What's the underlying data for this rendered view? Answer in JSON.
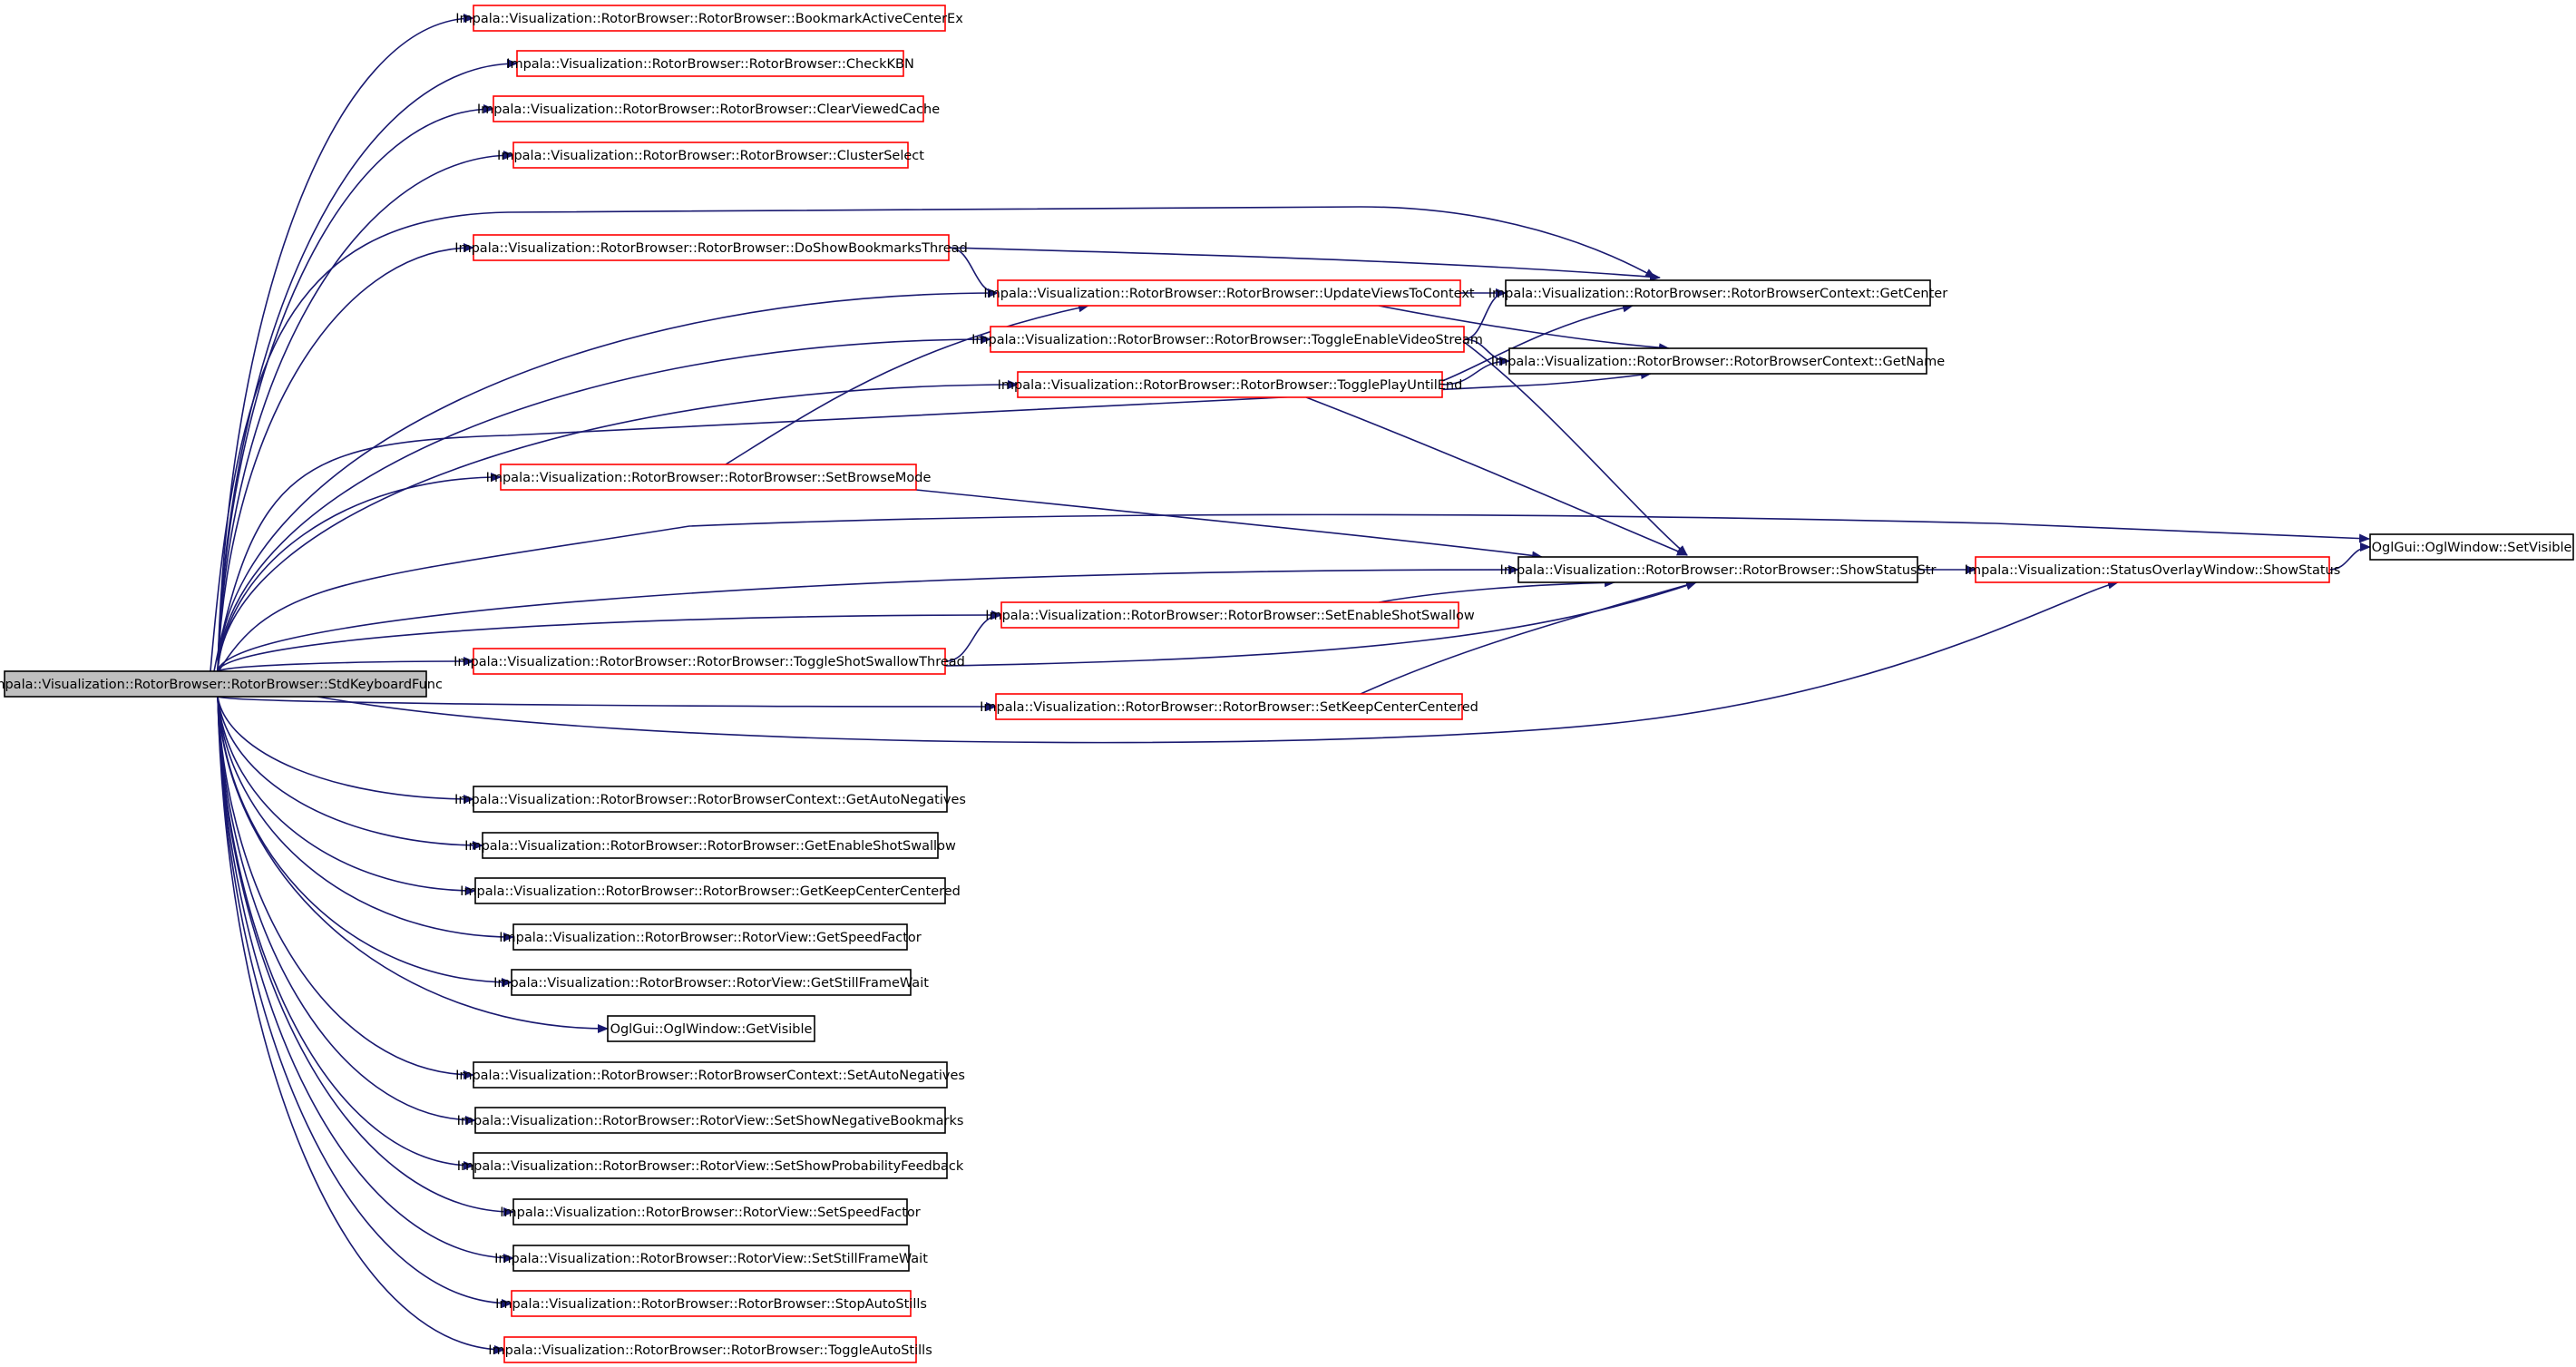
{
  "colors": {
    "edge": "#191970",
    "link_border": "#ff0000",
    "plain_border": "#000000",
    "root_fill": "#bfbfbf",
    "node_fill": "#ffffff"
  },
  "graph": {
    "root": {
      "id": "root",
      "label": "Impala::Visualization::RotorBrowser::RotorBrowser::StdKeyboardFunc"
    },
    "nodes": [
      {
        "id": "n1",
        "label": "Impala::Visualization::RotorBrowser::RotorBrowser::BookmarkActiveCenterEx",
        "style": "link"
      },
      {
        "id": "n2",
        "label": "Impala::Visualization::RotorBrowser::RotorBrowser::CheckKBN",
        "style": "link"
      },
      {
        "id": "n3",
        "label": "Impala::Visualization::RotorBrowser::RotorBrowser::ClearViewedCache",
        "style": "link"
      },
      {
        "id": "n4",
        "label": "Impala::Visualization::RotorBrowser::RotorBrowser::ClusterSelect",
        "style": "link"
      },
      {
        "id": "n5",
        "label": "Impala::Visualization::RotorBrowser::RotorBrowser::DoShowBookmarksThread",
        "style": "link"
      },
      {
        "id": "n6",
        "label": "Impala::Visualization::RotorBrowser::RotorBrowser::UpdateViewsToContext",
        "style": "link"
      },
      {
        "id": "n7",
        "label": "Impala::Visualization::RotorBrowser::RotorBrowserContext::GetCenter",
        "style": "plain"
      },
      {
        "id": "n8",
        "label": "Impala::Visualization::RotorBrowser::RotorBrowser::ToggleEnableVideoStream",
        "style": "link"
      },
      {
        "id": "n9",
        "label": "Impala::Visualization::RotorBrowser::RotorBrowserContext::GetName",
        "style": "plain"
      },
      {
        "id": "n10",
        "label": "Impala::Visualization::RotorBrowser::RotorBrowser::TogglePlayUntilEnd",
        "style": "link"
      },
      {
        "id": "n11",
        "label": "Impala::Visualization::RotorBrowser::RotorBrowser::SetBrowseMode",
        "style": "link"
      },
      {
        "id": "n12",
        "label": "OglGui::OglWindow::SetVisible",
        "style": "plain"
      },
      {
        "id": "n13",
        "label": "Impala::Visualization::RotorBrowser::RotorBrowser::ShowStatusStr",
        "style": "plain"
      },
      {
        "id": "n14",
        "label": "Impala::Visualization::StatusOverlayWindow::ShowStatus",
        "style": "link"
      },
      {
        "id": "n15",
        "label": "Impala::Visualization::RotorBrowser::RotorBrowser::SetEnableShotSwallow",
        "style": "link"
      },
      {
        "id": "n16",
        "label": "Impala::Visualization::RotorBrowser::RotorBrowser::ToggleShotSwallowThread",
        "style": "link"
      },
      {
        "id": "n17",
        "label": "Impala::Visualization::RotorBrowser::RotorBrowser::SetKeepCenterCentered",
        "style": "link"
      },
      {
        "id": "n18",
        "label": "Impala::Visualization::RotorBrowser::RotorBrowserContext::GetAutoNegatives",
        "style": "plain"
      },
      {
        "id": "n19",
        "label": "Impala::Visualization::RotorBrowser::RotorBrowser::GetEnableShotSwallow",
        "style": "plain"
      },
      {
        "id": "n20",
        "label": "Impala::Visualization::RotorBrowser::RotorBrowser::GetKeepCenterCentered",
        "style": "plain"
      },
      {
        "id": "n21",
        "label": "Impala::Visualization::RotorBrowser::RotorView::GetSpeedFactor",
        "style": "plain"
      },
      {
        "id": "n22",
        "label": "Impala::Visualization::RotorBrowser::RotorView::GetStillFrameWait",
        "style": "plain"
      },
      {
        "id": "n23",
        "label": "OglGui::OglWindow::GetVisible",
        "style": "plain"
      },
      {
        "id": "n24",
        "label": "Impala::Visualization::RotorBrowser::RotorBrowserContext::SetAutoNegatives",
        "style": "plain"
      },
      {
        "id": "n25",
        "label": "Impala::Visualization::RotorBrowser::RotorView::SetShowNegativeBookmarks",
        "style": "plain"
      },
      {
        "id": "n26",
        "label": "Impala::Visualization::RotorBrowser::RotorView::SetShowProbabilityFeedback",
        "style": "plain"
      },
      {
        "id": "n27",
        "label": "Impala::Visualization::RotorBrowser::RotorView::SetSpeedFactor",
        "style": "plain"
      },
      {
        "id": "n28",
        "label": "Impala::Visualization::RotorBrowser::RotorView::SetStillFrameWait",
        "style": "plain"
      },
      {
        "id": "n29",
        "label": "Impala::Visualization::RotorBrowser::RotorBrowser::StopAutoStills",
        "style": "link"
      },
      {
        "id": "n30",
        "label": "Impala::Visualization::RotorBrowser::RotorBrowser::ToggleAutoStills",
        "style": "link"
      }
    ],
    "edges": [
      [
        "root",
        "n1"
      ],
      [
        "root",
        "n2"
      ],
      [
        "root",
        "n3"
      ],
      [
        "root",
        "n4"
      ],
      [
        "root",
        "n5"
      ],
      [
        "root",
        "n6"
      ],
      [
        "root",
        "n7"
      ],
      [
        "root",
        "n8"
      ],
      [
        "root",
        "n9"
      ],
      [
        "root",
        "n10"
      ],
      [
        "root",
        "n11"
      ],
      [
        "root",
        "n12"
      ],
      [
        "root",
        "n13"
      ],
      [
        "root",
        "n14"
      ],
      [
        "root",
        "n15"
      ],
      [
        "root",
        "n16"
      ],
      [
        "root",
        "n17"
      ],
      [
        "root",
        "n18"
      ],
      [
        "root",
        "n19"
      ],
      [
        "root",
        "n20"
      ],
      [
        "root",
        "n21"
      ],
      [
        "root",
        "n22"
      ],
      [
        "root",
        "n23"
      ],
      [
        "root",
        "n24"
      ],
      [
        "root",
        "n25"
      ],
      [
        "root",
        "n26"
      ],
      [
        "root",
        "n27"
      ],
      [
        "root",
        "n28"
      ],
      [
        "root",
        "n29"
      ],
      [
        "root",
        "n30"
      ],
      [
        "n5",
        "n6"
      ],
      [
        "n5",
        "n7"
      ],
      [
        "n6",
        "n7"
      ],
      [
        "n6",
        "n9"
      ],
      [
        "n8",
        "n7"
      ],
      [
        "n8",
        "n9"
      ],
      [
        "n8",
        "n13"
      ],
      [
        "n10",
        "n7"
      ],
      [
        "n10",
        "n9"
      ],
      [
        "n10",
        "n13"
      ],
      [
        "n11",
        "n6"
      ],
      [
        "n11",
        "n13"
      ],
      [
        "n13",
        "n14"
      ],
      [
        "n14",
        "n12"
      ],
      [
        "n15",
        "n13"
      ],
      [
        "n16",
        "n15"
      ],
      [
        "n16",
        "n13"
      ],
      [
        "n17",
        "n13"
      ]
    ]
  }
}
